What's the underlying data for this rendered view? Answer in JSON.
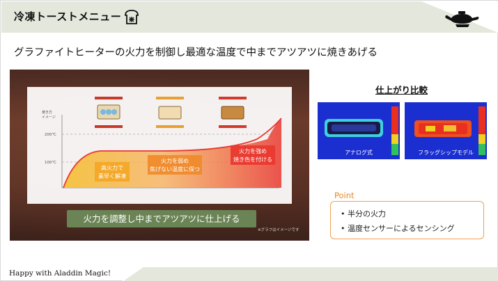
{
  "header": {
    "title": "冷凍トーストメニュー"
  },
  "subtitle": "グラファイトヒーターの火力を制御し最適な温度で中までアツアツに焼きあげる",
  "panel": {
    "caption": "火力を調整し中までアツアツに仕上げる",
    "note": "※グラフはイメージです"
  },
  "chart_data": {
    "type": "line",
    "ylabel": "焼き方イメージ",
    "y_ticks": [
      "200℃",
      "100℃"
    ],
    "annotations": [
      "高火力で",
      "素早く解凍",
      "火力を弱め",
      "焦げない温度に保つ",
      "火力を強め",
      "焼き色を付ける"
    ],
    "colors": {
      "curve": "#e9372f",
      "fill_start": "#f5c23a",
      "fill_end": "#e9372f"
    }
  },
  "comparison": {
    "title": "仕上がり比較",
    "left_label": "アナログ式",
    "right_label": "フラッグシップモデル"
  },
  "point": {
    "label": "Point",
    "items": [
      "半分の火力",
      "温度センサーによるセンシング"
    ]
  },
  "footer": {
    "text": "Happy with Aladdin Magic!"
  },
  "colors": {
    "header_bg": "#e4e8dc",
    "caption_bg": "#6b8455",
    "point_border": "#f0a050",
    "point_label": "#e08a2a"
  }
}
